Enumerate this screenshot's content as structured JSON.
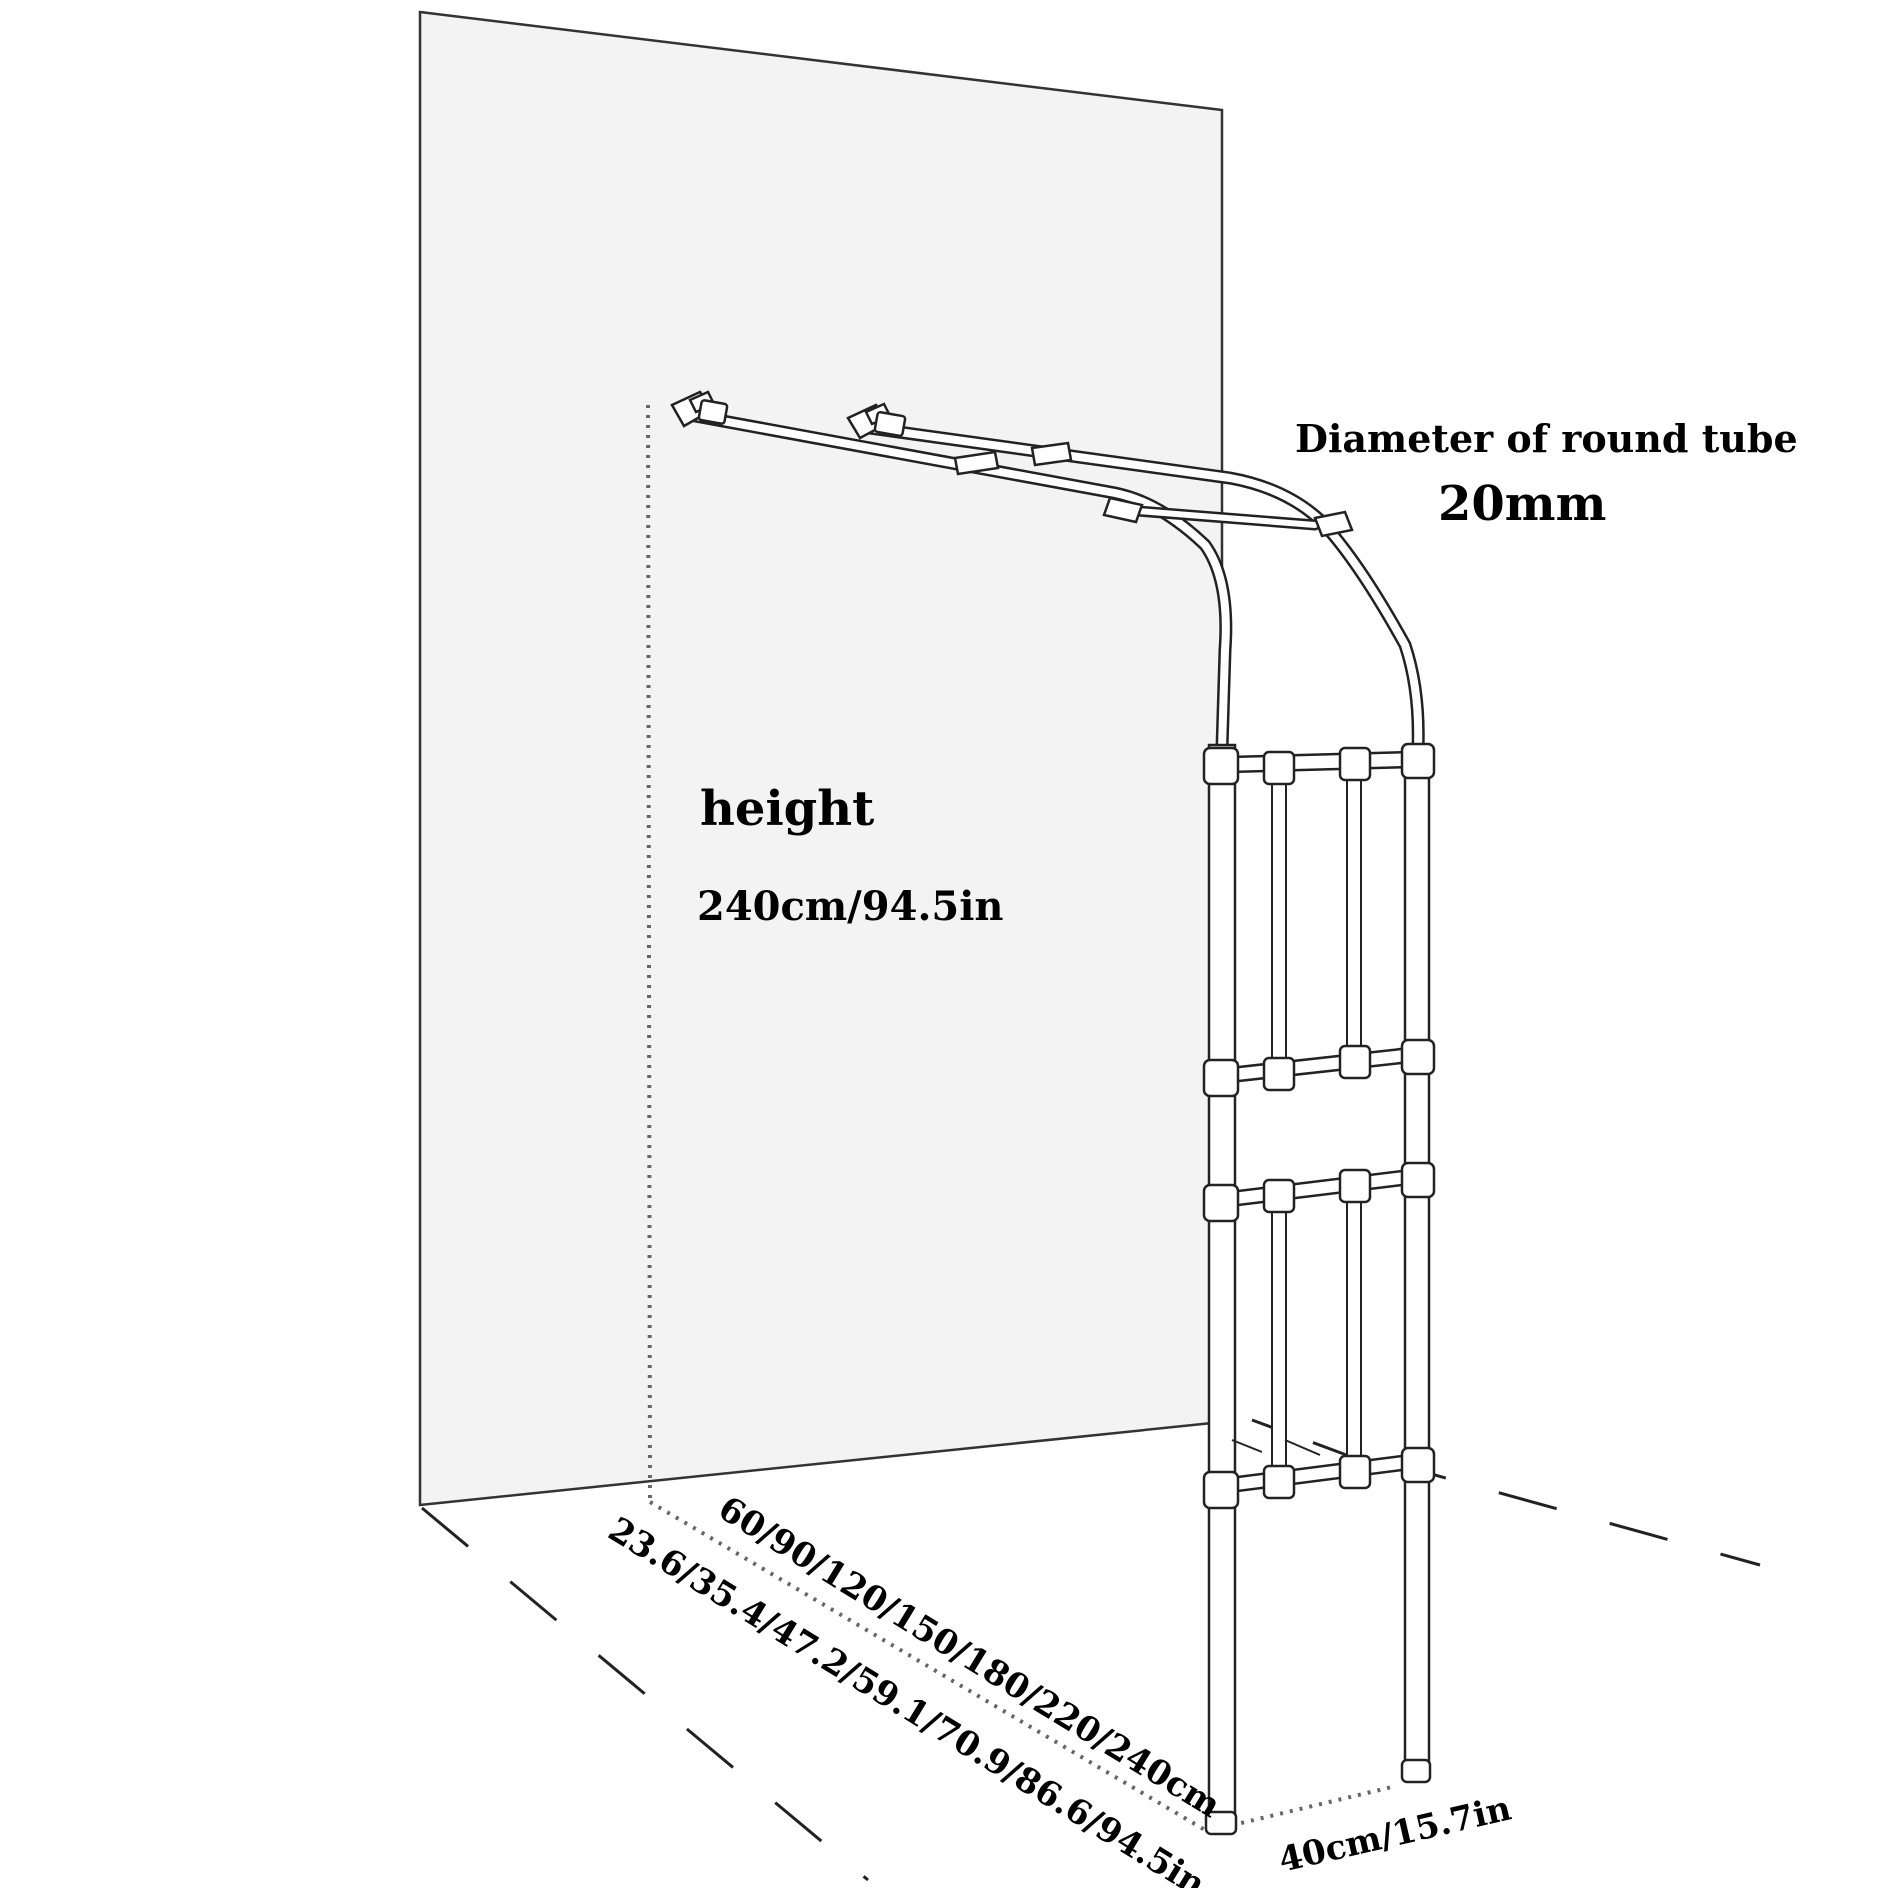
{
  "labels": {
    "diameter_title": "Diameter of round tube",
    "diameter_value": "20mm",
    "height_title": "height",
    "height_value": "240cm/94.5in",
    "length_cm": "60/90/120/150/180/220/240cm",
    "length_in": "23.6/35.4/47.2/59.1/70.9/86.6/94.5in",
    "depth": "40cm/15.7in"
  },
  "colors": {
    "wall_fill": "#f3f3f3",
    "line": "#222222",
    "tube_fill": "#ffffff",
    "dim_line": "#555555"
  }
}
